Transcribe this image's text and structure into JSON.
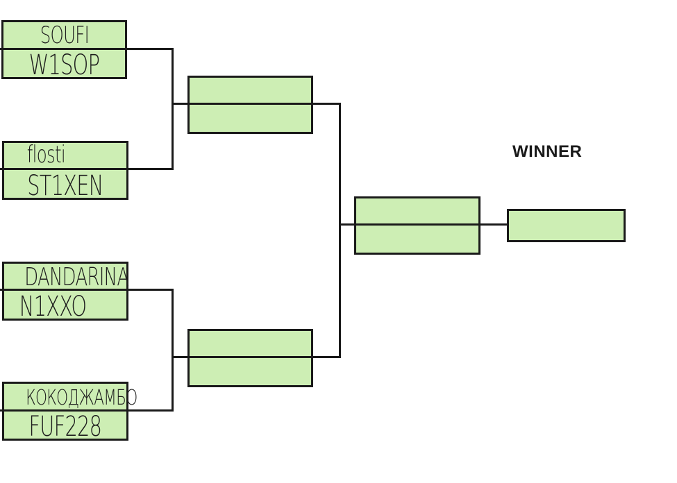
{
  "bracket": {
    "winner_label": "WINNER",
    "round1": [
      {
        "top_name": "SOUFI",
        "bottom_name": "W1SOP"
      },
      {
        "top_name": "flosti",
        "bottom_name": "ST1XEN"
      },
      {
        "top_name": "DANDARINA",
        "bottom_name": "N1XXO"
      },
      {
        "top_name": "КОКОДЖАМБО",
        "bottom_name": "FUF228"
      }
    ],
    "semifinal": [
      {
        "top_name": "",
        "bottom_name": ""
      },
      {
        "top_name": "",
        "bottom_name": ""
      }
    ],
    "final": {
      "top_name": "",
      "bottom_name": ""
    },
    "winner": {
      "name": ""
    }
  },
  "colors": {
    "box_fill": "#cdeeb4",
    "line": "#1a1a1a",
    "text": "#1e1e1e"
  }
}
